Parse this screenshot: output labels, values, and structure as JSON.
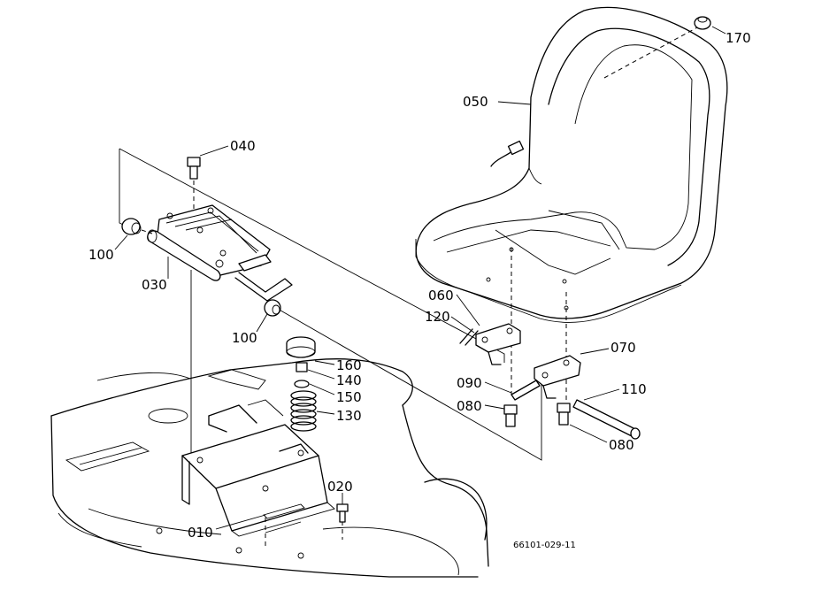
{
  "diagram": {
    "ref_code": "66101-029-11",
    "parts": [
      {
        "id": "seat",
        "label": "050"
      },
      {
        "id": "cap-top",
        "label": "170"
      },
      {
        "id": "bolt-top",
        "label": "040"
      },
      {
        "id": "damper-left",
        "label": "100"
      },
      {
        "id": "slide-rail",
        "label": "030"
      },
      {
        "id": "damper-center",
        "label": "100"
      },
      {
        "id": "stopper-cap",
        "label": "160"
      },
      {
        "id": "washer-a",
        "label": "140"
      },
      {
        "id": "washer-b",
        "label": "150"
      },
      {
        "id": "spring",
        "label": "130"
      },
      {
        "id": "bracket-left",
        "label": "060"
      },
      {
        "id": "pin-clip",
        "label": "120"
      },
      {
        "id": "pin",
        "label": "090"
      },
      {
        "id": "bolt-left",
        "label": "080"
      },
      {
        "id": "bracket-right",
        "label": "070"
      },
      {
        "id": "shaft",
        "label": "110"
      },
      {
        "id": "bolt-right",
        "label": "080"
      },
      {
        "id": "bolt-base",
        "label": "020"
      },
      {
        "id": "seat-base",
        "label": "010"
      }
    ]
  }
}
